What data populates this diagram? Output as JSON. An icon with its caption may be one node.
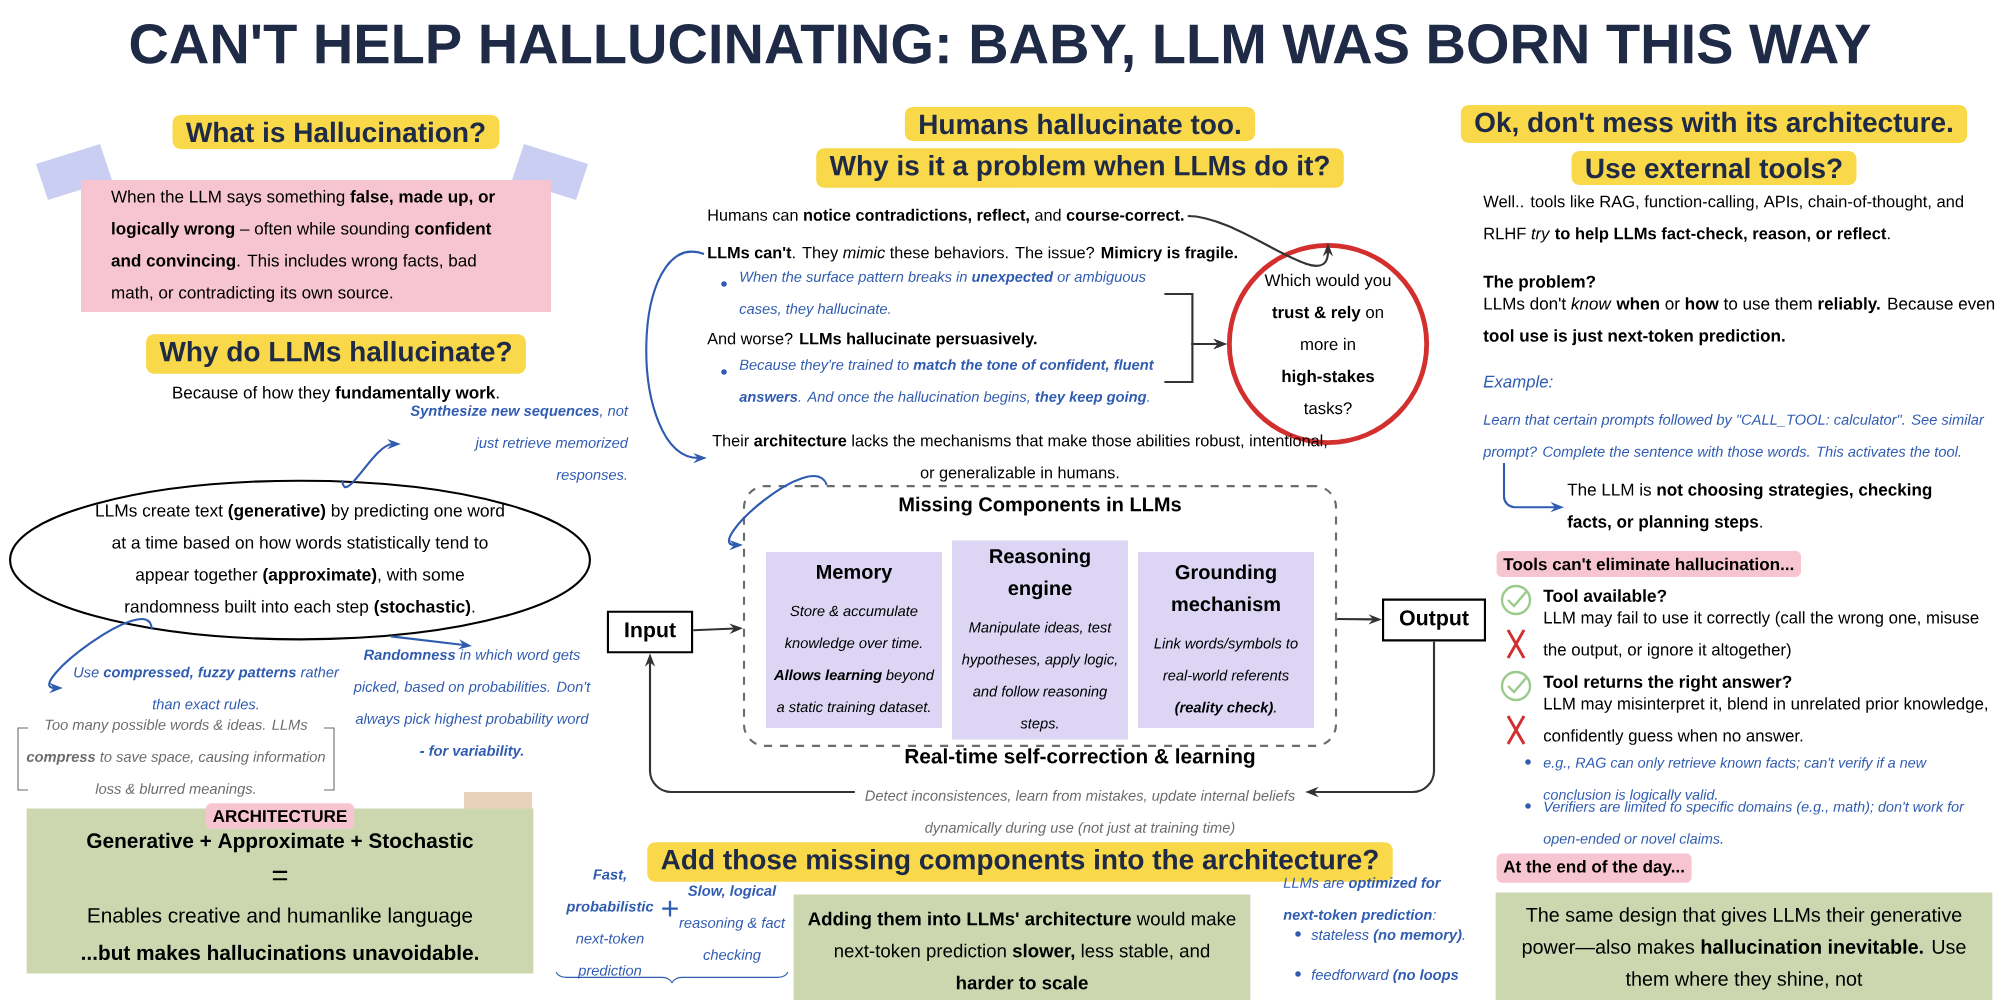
{
  "diagram": {
    "title": "**CAN'T HELP HALLUCINATING:** BABY, LLM WAS BORN THIS WAY",
    "nodes": [
      {
        "text": [
          "What is Hallucination?"
        ]
      },
      {
        "text": [
          "When the LLM says something **false, made up, or logically wrong** – often while sounding **confident and convincing**. This includes wrong facts, bad math, or contradicting its own source."
        ]
      },
      {
        "text": [
          "Why do LLMs hallucinate?"
        ]
      },
      {
        "text": [
          "**Synthesize new sequences**, not just retrieve memorized responses."
        ]
      },
      {
        "text": [
          "LLMs create text **(generative)** by predicting one word at a time based on how words statistically tend to appear together **(approximate)**, with some randomness built into each step **(stochastic)**."
        ]
      },
      {
        "text": [
          "Use **compressed, fuzzy patterns** rather than exact rules."
        ]
      },
      {
        "text": [
          "**Randomness** in which word gets picked, based on probabilities. Don't always pick highest probability word **- for variability.**"
        ]
      },
      {
        "text": [
          "Generative + Approximate + Stochastic",
          "=",
          "Enables creative and humanlike language",
          "...but makes hallucinations **unavoidable**."
        ]
      },
      {
        "text": [
          "ARCHITECTURE"
        ],
        "in": 7
      },
      {
        "text": [
          "Humans hallucinate too."
        ]
      },
      {
        "text": [
          "Why is it a problem when LLMs do it?"
        ]
      },
      {
        "text": [
          "Humans can **notice contradictions, reflect,** and **course-correct.**"
        ]
      },
      {
        "text": [
          "**LLMs can't**. They *mimic* these behaviors. The issue? **Mimicry is fragile.**"
        ]
      },
      {
        "text": [
          "When the surface pattern breaks in **unexpected** or ambiguous cases, they hallucinate."
        ]
      },
      {
        "text": [
          "And worse? **LLMs hallucinate persuasively.**"
        ]
      },
      {
        "text": [
          "Because they're trained to **match the tone of confident, fluent answers**. And once the hallucination begins, **they keep going**."
        ]
      },
      {
        "text": [
          "Which would you **trust & rely** on more in **high-stakes** tasks?"
        ]
      },
      {
        "text": [
          "Their **architecture** lacks the mechanisms that make those abilities robust, intentional, or generalizable in humans."
        ]
      },
      {
        "text": [
          "Missing Components in LLMs"
        ]
      },
      {
        "text": [
          "Memory",
          "Store & accumulate knowledge over time. **Allows learning** beyond a static training dataset."
        ],
        "in": 18
      },
      {
        "text": [
          "Reasoning engine",
          "Manipulate ideas, test hypotheses, apply logic, and follow reasoning steps."
        ],
        "in": 18
      },
      {
        "text": [
          "Grounding mechanism",
          "Link words/symbols to real-world referents **(reality check)**."
        ],
        "in": 18
      },
      {
        "text": [
          "Input"
        ]
      },
      {
        "text": [
          "Output"
        ]
      },
      {
        "text": [
          "Real-time self-correction & learning",
          "Detect inconsistences, learn from mistakes, update internal beliefs dynamically during use (not just at training time)"
        ]
      },
      {
        "text": [
          "Add those missing components into the architecture?"
        ]
      },
      {
        "text": [
          "**Fast, probabilistic** next-token prediction"
        ]
      },
      {
        "text": [
          "**Slow, logical** reasoning & fact checking"
        ]
      },
      {
        "text": [
          "**Adding them into LLMs' architecture** would make next-token prediction **slower,** less stable, and **harder to scale**"
        ]
      },
      {
        "text": [
          "Ok, don't mess with its architecture."
        ]
      },
      {
        "text": [
          "Use external tools?"
        ]
      },
      {
        "text": [
          "Example:",
          "Learn that certain prompts followed by \"CALL_TOOL: calculator\". See similar prompt? Complete the sentence with those words. This activates the tool."
        ]
      },
      {
        "text": [
          "The LLM is **not choosing strategies, checking facts, or planning steps**."
        ]
      },
      {
        "text": [
          "Tools can't eliminate hallucination..."
        ]
      },
      {
        "text": [
          "At the end of the day..."
        ]
      },
      {
        "text": [
          "The same design that gives LLMs their generative power—also makes **hallucination inevitable.** Use them where they shine, not"
        ]
      }
    ],
    "edges": [
      {
        "from": 4,
        "to": 3,
        "arrow": "to",
        "color": "#2f5bb0"
      },
      {
        "from": 4,
        "to": 5,
        "arrow": "to",
        "color": "#2f5bb0"
      },
      {
        "from": 4,
        "to": 6,
        "arrow": "to",
        "color": "#2f5bb0"
      },
      {
        "from": 11,
        "to": 16,
        "arrow": "to"
      },
      {
        "from": 12,
        "to": 17,
        "arrow": "to",
        "color": "#2f5bb0"
      },
      {
        "from": 13,
        "to": 16,
        "arrow": "to"
      },
      {
        "from": 15,
        "to": 16,
        "arrow": "to"
      },
      {
        "from": 17,
        "to": 18,
        "arrow": "to",
        "color": "#2f5bb0"
      },
      {
        "from": 22,
        "to": 18,
        "arrow": "to"
      },
      {
        "from": 18,
        "to": 23,
        "arrow": "to"
      },
      {
        "from": 23,
        "to": 24,
        "arrow": "to"
      },
      {
        "from": 24,
        "to": 22,
        "arrow": "to"
      },
      {
        "from": 31,
        "to": 32,
        "arrow": "to",
        "color": "#2f5bb0"
      }
    ],
    "labels": [
      "Because of how they **fundamentally work**.",
      "Too many possible words & ideas. LLMs **compress** to save space, causing information loss & blurred meanings.",
      "+",
      "LLMs are **optimized for next-token prediction**:",
      "stateless **(no memory)**.",
      "feedforward **(no loops**",
      "Well.. tools like RAG, function-calling, APIs, chain-of-thought, and RLHF *try* **to help LLMs fact-check, reason, or reflect**.",
      "The problem?",
      "LLMs don't *know* **when** or **how** to use them **reliably.** Because even **tool use is just next-token prediction.**",
      "Tool available?",
      "LLM may fail to use it correctly (call the wrong one, misuse the output, or ignore it altogether)",
      "Tool returns the right answer?",
      "LLM may misinterpret it, blend in unrelated prior knowledge, confidently guess when no answer.",
      "e.g., RAG can only retrieve known facts; can't verify if a new conclusion is logically valid.",
      "Verifiers are limited to specific domains (e.g., math); don't work for open-ended or novel claims."
    ]
  }
}
